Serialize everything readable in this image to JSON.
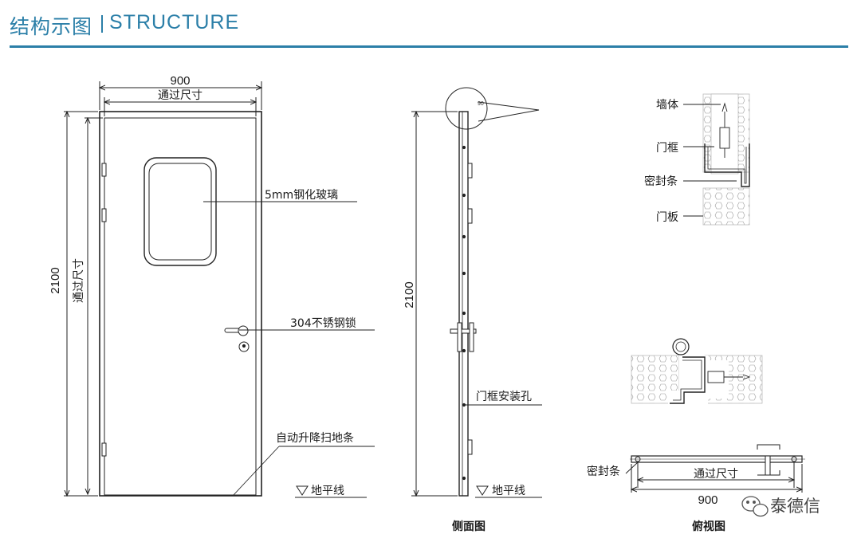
{
  "header": {
    "title_zh": "结构示图",
    "title_en": "STRUCTURE",
    "accent": "#2b7fa8"
  },
  "front": {
    "width_dim": "900",
    "clear_width": "通过尺寸",
    "height_dim": "2100",
    "clear_height": "通过尺寸",
    "glass_label": "5mm钢化玻璃",
    "lock_label": "304不锈钢锁",
    "sweep_label": "自动升降扫地条",
    "floor_label": "地平线"
  },
  "side": {
    "height_dim": "2100",
    "hole_label": "门框安装孔",
    "floor_label": "地平线",
    "caption": "侧面图",
    "detail_angle": "90"
  },
  "section": {
    "wall": "墙体",
    "frame": "门框",
    "seal": "密封条",
    "panel": "门板"
  },
  "plan": {
    "seal_label": "密封条",
    "clear_width": "通过尺寸",
    "width_dim": "900",
    "caption": "俯视图"
  },
  "watermark": {
    "text": "泰德信",
    "icon": "wechat-icon"
  }
}
